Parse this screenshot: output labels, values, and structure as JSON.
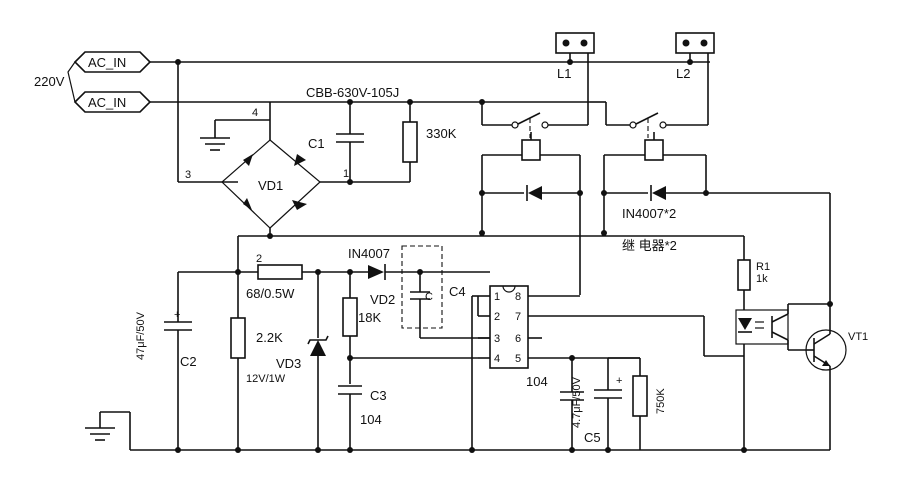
{
  "connectors": {
    "ac_in_top": "AC_IN",
    "ac_in_bottom": "AC_IN",
    "supply_voltage": "220V"
  },
  "relays_out": {
    "l1": "L1",
    "l2": "L2"
  },
  "labels": {
    "cbb": "CBB-630V-105J",
    "c1": "C1",
    "r330k": "330K",
    "vd1": "VD1",
    "bridge_pin4": "4",
    "bridge_pin3": "3",
    "bridge_pin1": "1",
    "bridge_pin2": "2",
    "in4007_pair": "IN4007*2",
    "relay_pair": "继 电器*2",
    "r68": "68/0.5W",
    "in4007": "IN4007",
    "vd2": "VD2",
    "c_small": "C",
    "c4": "C4",
    "r18k": "18K",
    "r22k": "2.2K",
    "vd3": "VD3",
    "vd3_rating": "12V/1W",
    "c3": "C3",
    "c3_value": "104",
    "c2": "C2",
    "c2_rating": "47μF/50V",
    "c5": "C5",
    "c5_rating": "4.7μF/50V",
    "c104": "104",
    "r750k": "750K",
    "r1": "R1",
    "r1_value": "1k",
    "vt1": "VT1",
    "ic_pins": [
      "1",
      "2",
      "3",
      "4",
      "8",
      "7",
      "6",
      "5"
    ]
  }
}
